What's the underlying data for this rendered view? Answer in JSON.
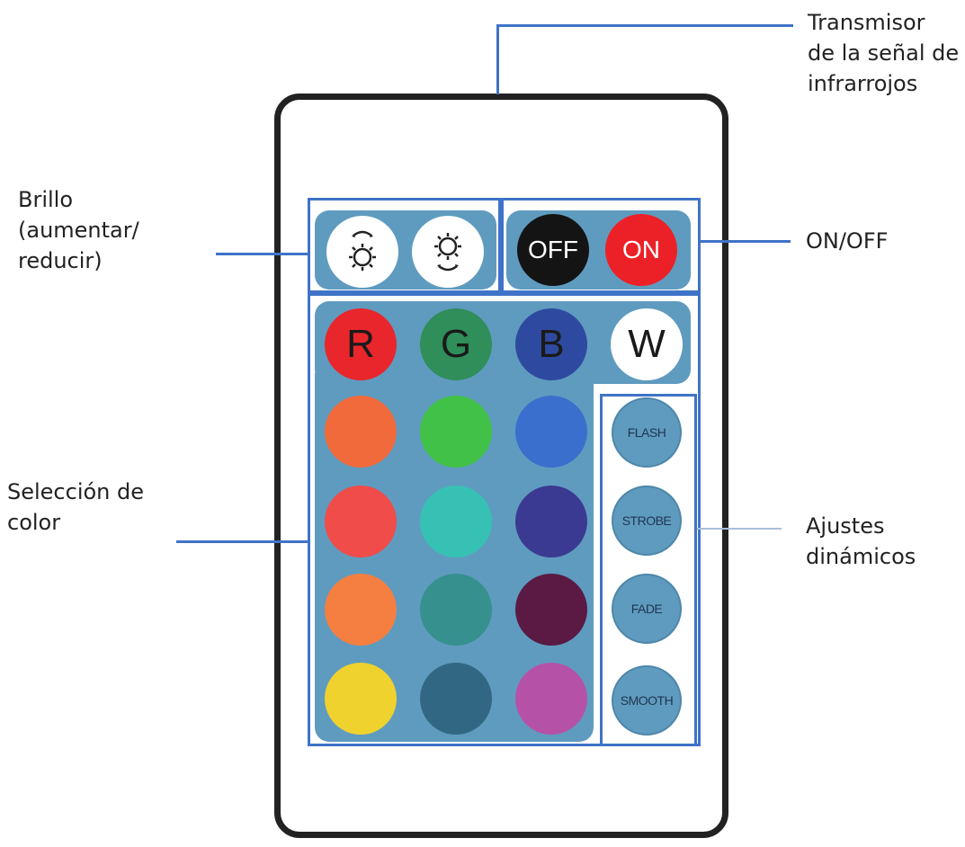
{
  "callouts": {
    "ir_transmitter": [
      "Transmisor",
      "de la señal de",
      "infrarrojos"
    ],
    "brightness": [
      "Brillo",
      "(aumentar/",
      "reducir)"
    ],
    "power": [
      "ON/OFF"
    ],
    "color_selection": [
      "Selección de",
      "color"
    ],
    "dynamic_settings": [
      "Ajustes",
      "dinámicos"
    ]
  },
  "power_buttons": {
    "off": {
      "label": "OFF",
      "color": "#141414"
    },
    "on": {
      "label": "ON",
      "color": "#ec2127"
    }
  },
  "rgbw_buttons": [
    {
      "label": "R",
      "color": "#e8262b"
    },
    {
      "label": "G",
      "color": "#2f8e5a"
    },
    {
      "label": "B",
      "color": "#2e4aa0"
    },
    {
      "label": "W",
      "color": "#ffffff"
    }
  ],
  "color_grid": [
    [
      "#f06a3c",
      "#42c149",
      "#3b6fcd"
    ],
    [
      "#ef4c4a",
      "#37c1b4",
      "#3b3a92"
    ],
    [
      "#f47f41",
      "#35908e",
      "#5a1a44"
    ],
    [
      "#f0d22e",
      "#326784",
      "#b552a7"
    ]
  ],
  "dynamic_buttons": [
    "FLASH",
    "STROBE",
    "FADE",
    "SMOOTH"
  ],
  "colors": {
    "panel": "#5f9bbf",
    "outline": "#3f73c7",
    "body_border": "#222222"
  }
}
